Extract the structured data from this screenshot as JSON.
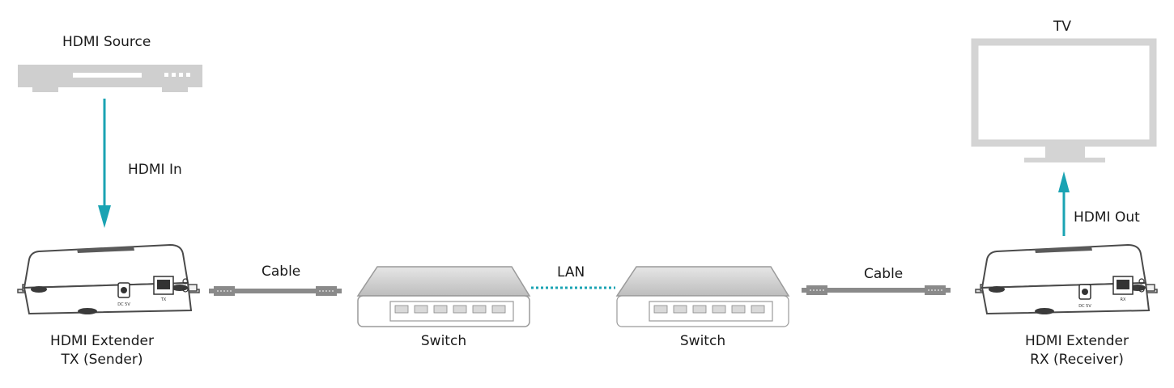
{
  "colors": {
    "device": "#d9d9d9",
    "device_stroke": "#4a4a4a",
    "accent": "#1aa3b3",
    "cable": "#808080"
  },
  "labels": {
    "source": "HDMI Source",
    "hdmi_in": "HDMI In",
    "tv": "TV",
    "hdmi_out": "HDMI Out",
    "tx_line1": "HDMI Extender",
    "tx_line2": "TX (Sender)",
    "rx_line1": "HDMI Extender",
    "rx_line2": "RX (Receiver)",
    "cable_left": "Cable",
    "cable_right": "Cable",
    "switch_left": "Switch",
    "switch_right": "Switch",
    "lan": "LAN"
  },
  "device_text": {
    "tx_dc": "DC 5V",
    "tx_port": "TX",
    "rx_dc": "DC 5V",
    "rx_port": "RX"
  }
}
